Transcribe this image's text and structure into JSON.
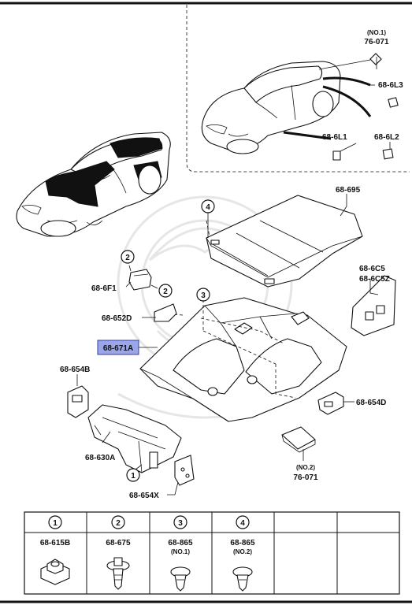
{
  "parts": {
    "no1_label": "(NO.1)",
    "p76071_a": "76-071",
    "p686L3": "68-6L3",
    "p686L1": "68-6L1",
    "p686L2": "68-6L2",
    "p68695": "68-695",
    "p686F1": "68-6F1",
    "p68652D": "68-652D",
    "p686C5": "68-6C5",
    "p686C5Z": "68-6C5Z",
    "p68671A": "68-671A",
    "p68654B": "68-654B",
    "p68654D": "68-654D",
    "p68630A": "68-630A",
    "no2_label": "(NO.2)",
    "p76071_b": "76-071",
    "p68654X": "68-654X"
  },
  "callouts": {
    "c1": "1",
    "c2": "2",
    "c3": "3",
    "c4": "4"
  },
  "legend": {
    "headers": [
      "1",
      "2",
      "3",
      "4",
      "",
      ""
    ],
    "parts": [
      "68-615B",
      "68-675",
      "68-865",
      "68-865",
      "",
      ""
    ],
    "subs": [
      "",
      "",
      "(NO.1)",
      "(NO.2)",
      "",
      ""
    ]
  },
  "colors": {
    "highlight": "#9aa6e8",
    "highlight_border": "#3a3fa0",
    "carpet_fill": "#111111"
  }
}
